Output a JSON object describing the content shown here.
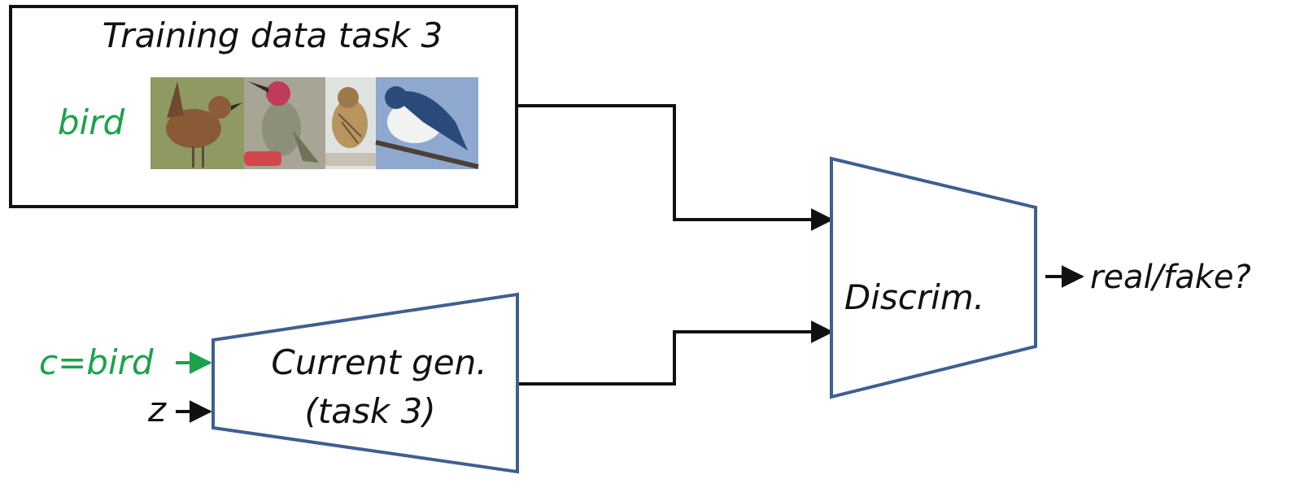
{
  "training_box": {
    "title": "Training data task 3",
    "class_label": "bird",
    "images": [
      "bird-photo-wren",
      "bird-photo-hummingbird",
      "bird-photo-sparrow",
      "bird-photo-swallow"
    ]
  },
  "discriminator": {
    "label": "Discrim."
  },
  "output": {
    "label": "real/fake?"
  },
  "generator": {
    "label_line1": "Current gen.",
    "label_line2": "(task 3)"
  },
  "inputs": {
    "condition": "c=bird",
    "noise": "z"
  },
  "colors": {
    "accent_green": "#1aa34a",
    "shape_border": "#3f5f8f",
    "line": "#111111"
  }
}
